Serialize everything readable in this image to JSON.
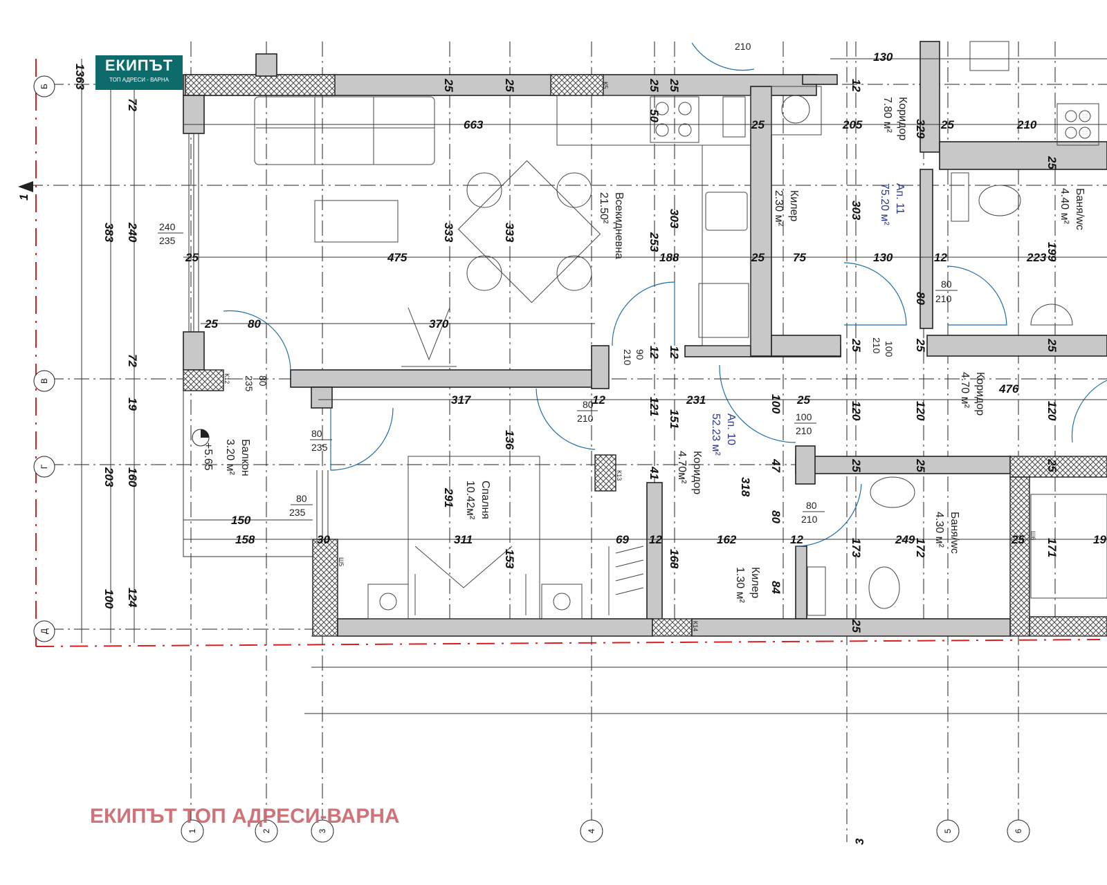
{
  "logo": {
    "brand": "ЕКИПЪТ",
    "tagline": "ТОП АДРЕСИ - ВАРНА"
  },
  "watermark": "ЕКИПЪТ ТОП АДРЕСИ-ВАРНА",
  "axes": {
    "rows": [
      "Б",
      "В",
      "Г",
      "Д"
    ],
    "columns": [
      "1",
      "2",
      "3",
      "4",
      "5",
      "6"
    ],
    "section_mark_left": "1",
    "section_mark_bottom": "3"
  },
  "apartments": {
    "ap10": {
      "name": "Ап. 10",
      "area": "52.23 м²"
    },
    "ap11": {
      "name": "Ап. 11",
      "area": "75.20 м²"
    }
  },
  "rooms": {
    "living": {
      "name": "Всекидневна",
      "area": "21.50²"
    },
    "bedroom": {
      "name": "Спалня",
      "area": "10.42м²"
    },
    "balcony": {
      "name": "Балкон",
      "area": "3.20 м²",
      "level": "+5.65"
    },
    "corridor10": {
      "name": "Коридор",
      "area": "4.70м²"
    },
    "pantry10": {
      "name": "Килер",
      "area": "1.30 м²"
    },
    "bath10": {
      "name": "Баня/wc",
      "area": "4.30 м²"
    },
    "pantry11": {
      "name": "Килер",
      "area": "2.30 м²"
    },
    "corridor11a": {
      "name": "Коридор",
      "area": "7.80 м²"
    },
    "bath11": {
      "name": "Баня/wc",
      "area": "4.40 м²"
    },
    "corridor11b": {
      "name": "Коридор",
      "area": "4.70 м²"
    }
  },
  "dims_left": [
    "1363",
    "383",
    "203",
    "100",
    "72",
    "240",
    "72",
    "19",
    "160",
    "124"
  ],
  "window_sizes": {
    "w1": [
      "240",
      "235"
    ],
    "d_balcony_top": [
      "80",
      "235"
    ],
    "d_balcony_mid": [
      "80",
      "235"
    ],
    "d_balcony_bot": [
      "80",
      "235"
    ]
  },
  "door_sizes": {
    "d1": [
      "80",
      "210"
    ],
    "d2": [
      "90",
      "210"
    ],
    "d3": [
      "100",
      "210"
    ],
    "d4": [
      "80",
      "210"
    ],
    "d5": [
      "100",
      "210"
    ],
    "d6": [
      "80",
      "210"
    ],
    "d7": [
      "210"
    ]
  },
  "dims": {
    "r1": [
      "25",
      "25",
      "25",
      "25",
      "12",
      "130"
    ],
    "r2": [
      "663",
      "25",
      "205",
      "25",
      "210"
    ],
    "r3": [
      "25",
      "475",
      "188",
      "25",
      "75",
      "130",
      "12",
      "223"
    ],
    "r4": [
      "25",
      "80",
      "370"
    ],
    "r5": [
      "317",
      "12",
      "231",
      "25",
      "476"
    ],
    "r6": [
      "150"
    ],
    "r7": [
      "158",
      "30",
      "311",
      "69",
      "12",
      "162",
      "12",
      "249",
      "25",
      "19"
    ],
    "v_center": [
      "333",
      "333",
      "291",
      "136",
      "153"
    ],
    "v_mid": [
      "50",
      "303",
      "253",
      "12",
      "12",
      "121",
      "151",
      "41",
      "168"
    ],
    "v_right": [
      "329",
      "303",
      "80",
      "25",
      "25",
      "25",
      "100",
      "120",
      "120",
      "47",
      "80",
      "84",
      "25",
      "318",
      "173",
      "172",
      "25",
      "25",
      "199",
      "120",
      "171",
      "25",
      "25"
    ],
    "wall_codes": [
      "К5",
      "К12",
      "К13",
      "К14",
      "Ш5",
      "Ш6"
    ]
  }
}
